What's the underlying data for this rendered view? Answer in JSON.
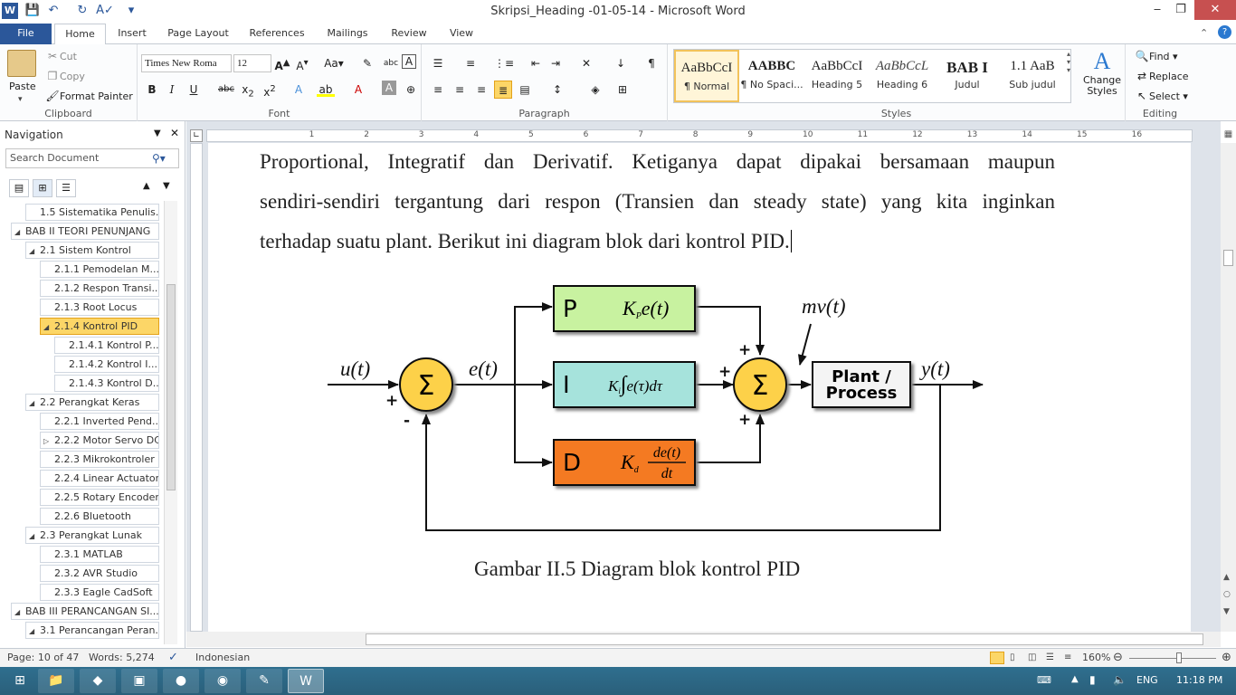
{
  "window": {
    "title": "Skripsi_Heading -01-05-14 - Microsoft Word"
  },
  "tabs": [
    "File",
    "Home",
    "Insert",
    "Page Layout",
    "References",
    "Mailings",
    "Review",
    "View"
  ],
  "clipboard": {
    "paste": "Paste",
    "cut": "Cut",
    "copy": "Copy",
    "format_painter": "Format Painter",
    "label": "Clipboard"
  },
  "font": {
    "name": "Times New Roma",
    "size": "12",
    "label": "Font"
  },
  "paragraph": {
    "label": "Paragraph"
  },
  "styles": {
    "label": "Styles",
    "items": [
      {
        "preview": "AaBbCcI",
        "name": "¶ Normal"
      },
      {
        "preview": "AABBC",
        "name": "¶ No Spaci..."
      },
      {
        "preview": "AaBbCcI",
        "name": "Heading 5"
      },
      {
        "preview": "AaBbCcL",
        "name": "Heading 6"
      },
      {
        "preview": "BAB I",
        "name": "Judul"
      },
      {
        "preview": "1.1  AaB",
        "name": "Sub judul"
      }
    ],
    "change": "Change Styles"
  },
  "editing": {
    "find": "Find",
    "replace": "Replace",
    "select": "Select",
    "label": "Editing"
  },
  "navigation": {
    "title": "Navigation",
    "search_placeholder": "Search Document",
    "items": [
      {
        "label": "1.5 Sistematika Penulis...",
        "level": 2,
        "expand": ""
      },
      {
        "label": "BAB II  TEORI PENUNJANG",
        "level": 1,
        "expand": "◢"
      },
      {
        "label": "2.1 Sistem Kontrol",
        "level": 2,
        "expand": "◢"
      },
      {
        "label": "2.1.1 Pemodelan M...",
        "level": 3,
        "expand": ""
      },
      {
        "label": "2.1.2 Respon Transi...",
        "level": 3,
        "expand": ""
      },
      {
        "label": "2.1.3 Root Locus",
        "level": 3,
        "expand": ""
      },
      {
        "label": "2.1.4 Kontrol PID",
        "level": 3,
        "expand": "◢",
        "active": true
      },
      {
        "label": "2.1.4.1 Kontrol P...",
        "level": 4,
        "expand": ""
      },
      {
        "label": "2.1.4.2 Kontrol I...",
        "level": 4,
        "expand": ""
      },
      {
        "label": "2.1.4.3 Kontrol D...",
        "level": 4,
        "expand": ""
      },
      {
        "label": "2.2 Perangkat Keras",
        "level": 2,
        "expand": "◢"
      },
      {
        "label": "2.2.1 Inverted Pend...",
        "level": 3,
        "expand": ""
      },
      {
        "label": "2.2.2 Motor Servo DC",
        "level": 3,
        "expand": "▷"
      },
      {
        "label": "2.2.3 Mikrokontroler",
        "level": 3,
        "expand": ""
      },
      {
        "label": "2.2.4 Linear Actuator",
        "level": 3,
        "expand": ""
      },
      {
        "label": "2.2.5 Rotary Encoder",
        "level": 3,
        "expand": ""
      },
      {
        "label": "2.2.6 Bluetooth",
        "level": 3,
        "expand": ""
      },
      {
        "label": "2.3 Perangkat Lunak",
        "level": 2,
        "expand": "◢"
      },
      {
        "label": "2.3.1 MATLAB",
        "level": 3,
        "expand": ""
      },
      {
        "label": "2.3.2 AVR Studio",
        "level": 3,
        "expand": ""
      },
      {
        "label": "2.3.3 Eagle CadSoft",
        "level": 3,
        "expand": ""
      },
      {
        "label": "BAB III  PERANCANGAN SI...",
        "level": 1,
        "expand": "◢"
      },
      {
        "label": "3.1 Perancangan Peran...",
        "level": 2,
        "expand": "◢"
      }
    ]
  },
  "document": {
    "lines": [
      "Proportional, Integratif dan Derivatif. Ketiganya dapat dipakai bersamaan maupun",
      "sendiri-sendiri tergantung dari respon (Transien dan steady state) yang kita inginkan",
      "terhadap suatu plant. Berikut ini diagram blok dari kontrol PID."
    ],
    "caption": "Gambar II.5 Diagram blok kontrol PID",
    "diagram": {
      "u": "u(t)",
      "e": "e(t)",
      "y": "y(t)",
      "mv": "mv(t)",
      "sigma": "Σ",
      "p_letter": "P",
      "p_expr": "K",
      "i_letter": "I",
      "d_letter": "D",
      "plant": [
        "Plant /",
        "Process"
      ],
      "plus": "+",
      "minus": "-",
      "colors": {
        "p": "#c8f2a0",
        "i": "#a6e3dc",
        "d": "#f47a24",
        "sum": "#fdd14a"
      }
    }
  },
  "status": {
    "page": "Page: 10 of 47",
    "words": "Words: 5,274",
    "lang": "Indonesian",
    "zoom": "160%"
  },
  "taskbar": {
    "lang": "ENG",
    "time": "11:18 PM"
  }
}
